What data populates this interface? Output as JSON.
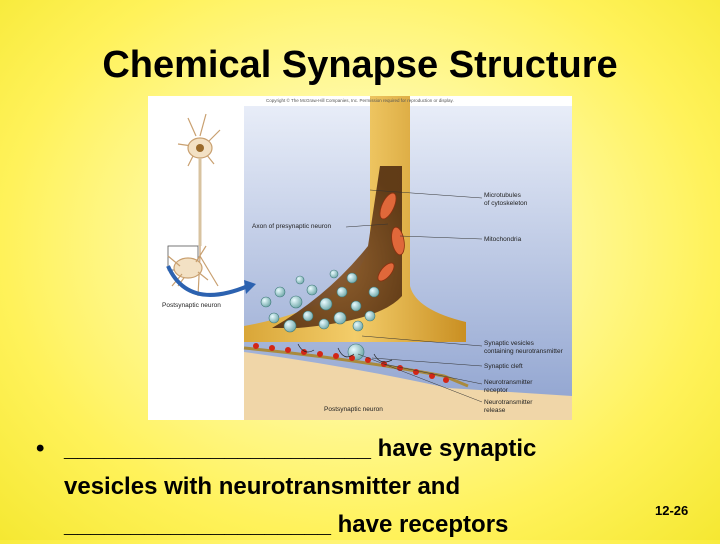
{
  "slide": {
    "title": "Chemical Synapse Structure",
    "bullet_marker": "•",
    "bullet_line1": "_______________________ have synaptic",
    "bullet_line2": "vesicles with neurotransmitter and",
    "bullet_line3": "____________________ have receptors",
    "page_number": "12-26"
  },
  "figure": {
    "copyright": "Copyright © The McGraw-Hill Companies, Inc. Permission required for reproduction or display.",
    "labels": {
      "microtubules": "Microtubules\nof cytoskeleton",
      "axon": "Axon of presynaptic neuron",
      "mitochondria": "Mitochondria",
      "postsynaptic_neuron": "Postsynaptic neuron",
      "synaptic_vesicles": "Synaptic vesicles\ncontaining neurotransmitter",
      "synaptic_cleft": "Synaptic cleft",
      "nt_receptor": "Neurotransmitter\nreceptor",
      "nt_release": "Neurotransmitter\nrelease",
      "postsynaptic_bottom": "Postsynaptic neuron"
    }
  }
}
